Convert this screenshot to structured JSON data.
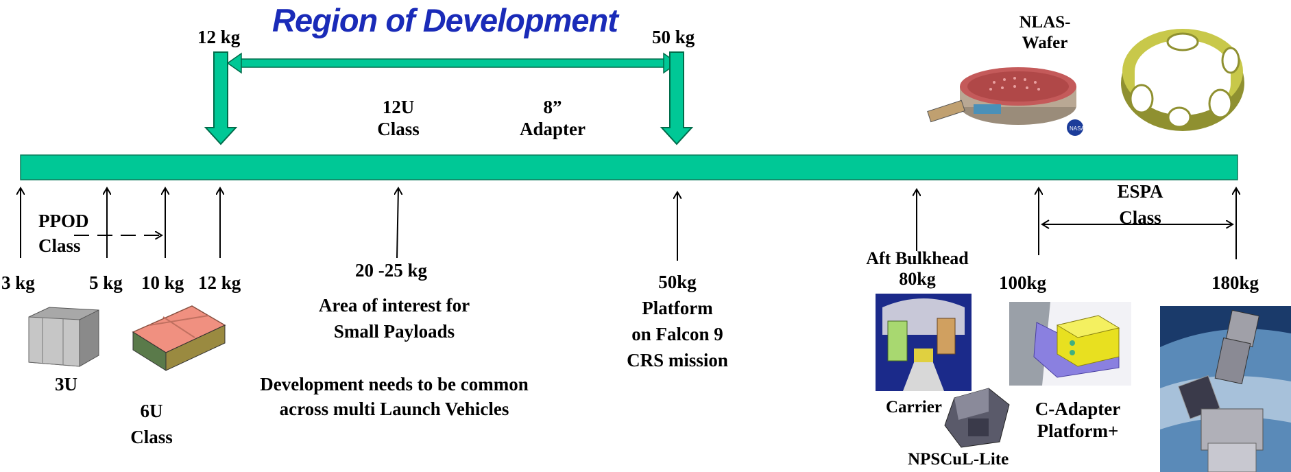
{
  "title": "Region of Development",
  "colors": {
    "bar": "#00c896",
    "title": "#1a2bb8",
    "arrow_outline": "#008060"
  },
  "top_labels": {
    "left_limit": "12 kg",
    "right_limit": "50 kg",
    "class_12u": [
      "12U",
      "Class"
    ],
    "adapter_8": [
      "8”",
      "Adapter"
    ],
    "nlas": [
      "NLAS-",
      "Wafer"
    ]
  },
  "markers": {
    "m3": "3 kg",
    "m5": "5 kg",
    "m10": "10 kg",
    "m12": "12 kg",
    "m20": "20 -25 kg",
    "m50": [
      "50kg",
      "Platform",
      "on Falcon 9",
      "CRS mission"
    ],
    "m80": [
      "Aft Bulkhead",
      "80kg"
    ],
    "m100": "100kg",
    "m180": "180kg"
  },
  "ppod_class": [
    "PPOD",
    "Class"
  ],
  "espa_class": [
    "ESPA",
    "Class"
  ],
  "payload_note": [
    "Area of interest for",
    "Small Payloads"
  ],
  "development_note": [
    "Development needs to be common",
    "across multi Launch Vehicles"
  ],
  "units": {
    "u3": "3U",
    "u6": [
      "6U",
      "Class"
    ]
  },
  "hardware": {
    "carrier": "Carrier",
    "c_adapter": [
      "C-Adapter",
      "Platform+"
    ],
    "npscul": "NPSCuL-Lite"
  }
}
